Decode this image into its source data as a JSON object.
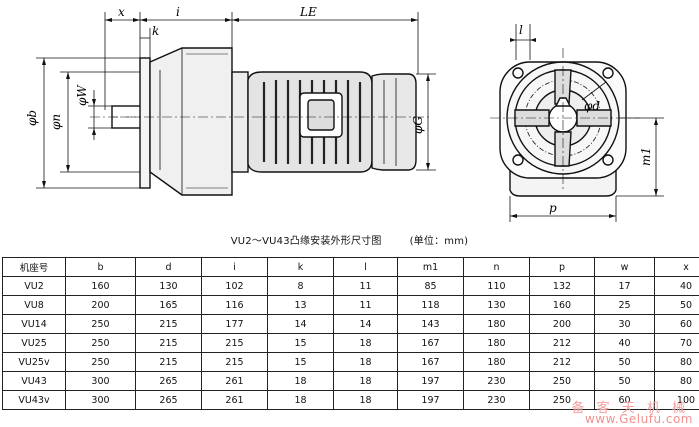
{
  "drawing": {
    "side_labels": {
      "x": "x",
      "i": "i",
      "le": "LE",
      "k": "k",
      "phi_b": "φb",
      "phi_n": "φn",
      "phi_w": "φW",
      "phi_g": "φG"
    },
    "front_labels": {
      "l": "l",
      "phi_d": "φd",
      "m1": "m1",
      "p": "p"
    }
  },
  "caption": {
    "title": "VU2～VU43凸缘安装外形尺寸图",
    "unit": "(单位：mm)"
  },
  "table": {
    "headers": [
      "机座号",
      "b",
      "d",
      "i",
      "k",
      "l",
      "m1",
      "n",
      "p",
      "w",
      "x"
    ],
    "rows": [
      [
        "VU2",
        "160",
        "130",
        "102",
        "8",
        "11",
        "85",
        "110",
        "132",
        "17",
        "40"
      ],
      [
        "VU8",
        "200",
        "165",
        "116",
        "13",
        "11",
        "118",
        "130",
        "160",
        "25",
        "50"
      ],
      [
        "VU14",
        "250",
        "215",
        "177",
        "14",
        "14",
        "143",
        "180",
        "200",
        "30",
        "60"
      ],
      [
        "VU25",
        "250",
        "215",
        "215",
        "15",
        "18",
        "167",
        "180",
        "212",
        "40",
        "70"
      ],
      [
        "VU25v",
        "250",
        "215",
        "215",
        "15",
        "18",
        "167",
        "180",
        "212",
        "50",
        "80"
      ],
      [
        "VU43",
        "300",
        "265",
        "261",
        "18",
        "18",
        "197",
        "230",
        "250",
        "50",
        "80"
      ],
      [
        "VU43v",
        "300",
        "265",
        "261",
        "18",
        "18",
        "197",
        "230",
        "250",
        "60",
        "100"
      ]
    ]
  },
  "watermark": {
    "line1": "备 客 天 机 械",
    "line2": "www.Gelufu.com"
  }
}
